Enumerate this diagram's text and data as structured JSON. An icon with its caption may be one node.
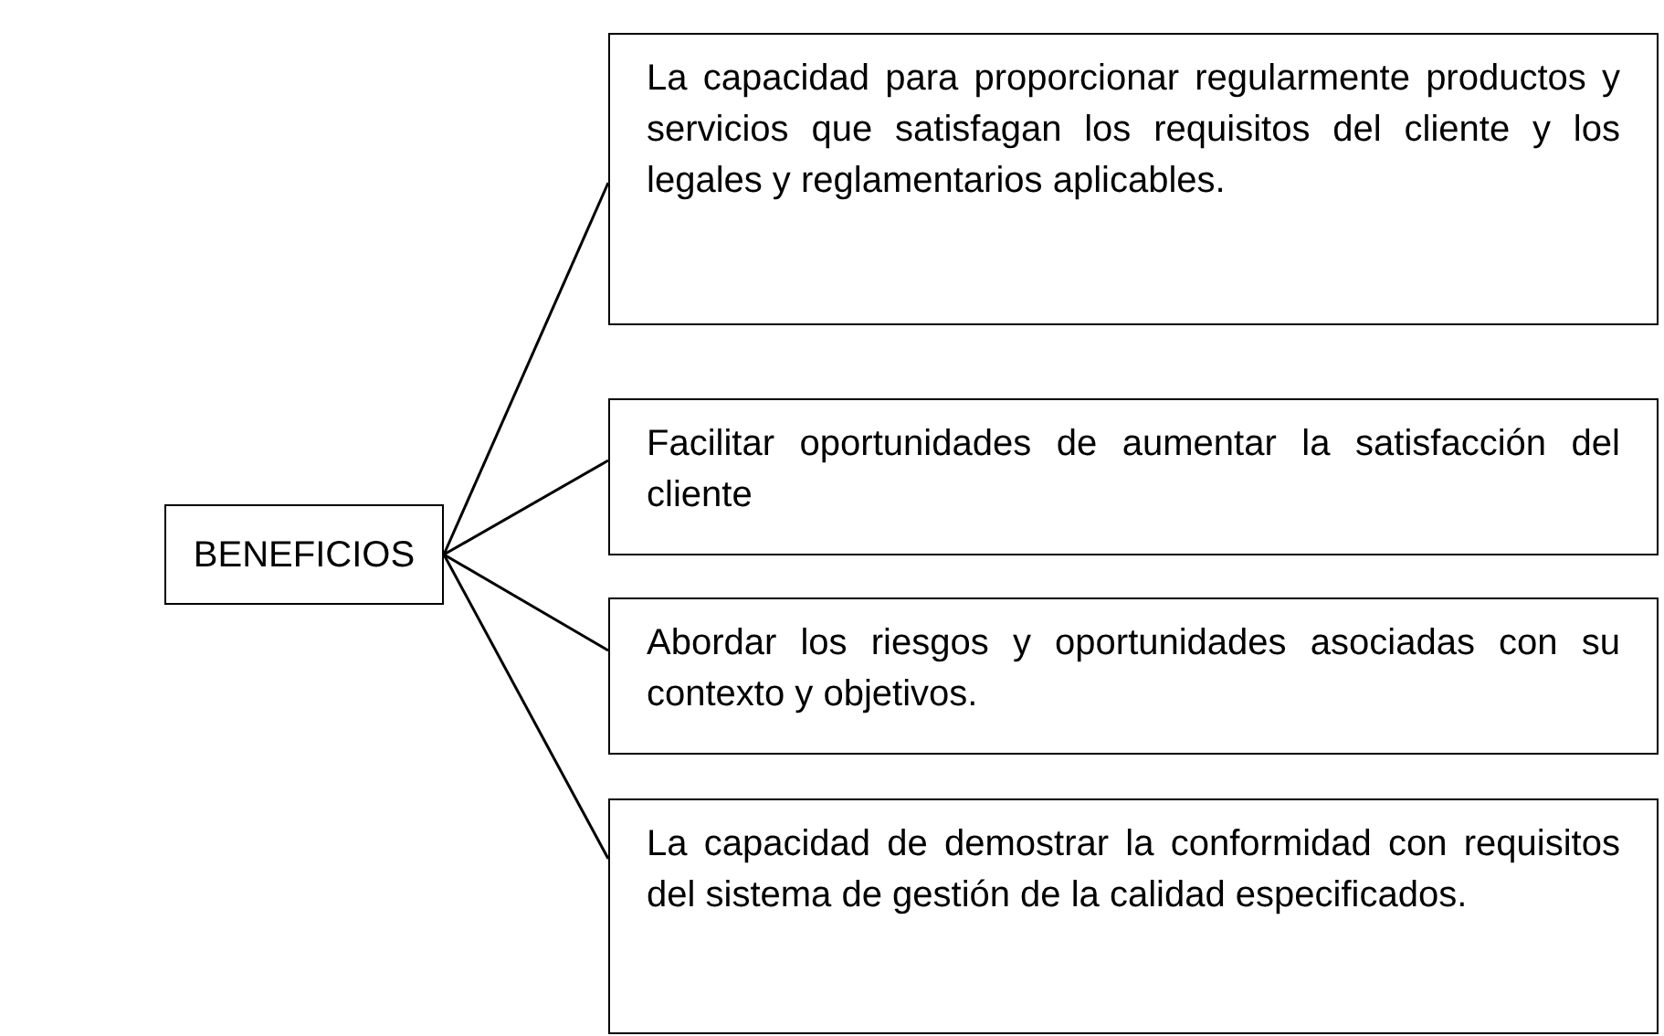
{
  "diagram": {
    "nodes": [
      {
        "text": [
          "BENEFICIOS"
        ]
      },
      {
        "text": [
          "La capacidad para proporcionar regularmente productos y servicios que satisfagan los requisitos del cliente y los legales y reglamentarios aplicables."
        ]
      },
      {
        "text": [
          "Facilitar oportunidades de aumentar la satisfacción del cliente"
        ]
      },
      {
        "text": [
          "Abordar los riesgos y oportunidades asociadas con su contexto y objetivos."
        ]
      },
      {
        "text": [
          "La capacidad de demostrar la conformidad con requisitos del sistema de gestión de la calidad especificados."
        ]
      }
    ],
    "edges": [
      {
        "from": 0,
        "to": 1,
        "arrow": "none"
      },
      {
        "from": 0,
        "to": 2,
        "arrow": "none"
      },
      {
        "from": 0,
        "to": 3,
        "arrow": "none"
      },
      {
        "from": 0,
        "to": 4,
        "arrow": "none"
      }
    ]
  }
}
